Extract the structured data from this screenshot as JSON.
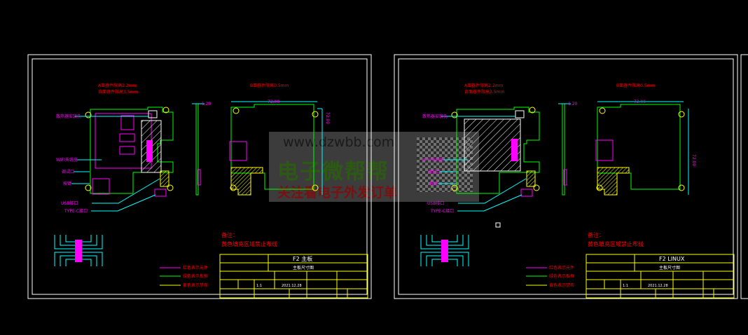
{
  "sheets": [
    {
      "top_note_a": "A面器件限高2.2mm",
      "top_note_b": "背面器件限高3.5mm",
      "back_note": "B面器件限高0.5mm",
      "thickness_dim": "1.20",
      "width_dim": "72.00",
      "height_dim": "72.00",
      "callouts": [
        "散热器安装孔",
        "WIFI天线座",
        "调试口",
        "按键",
        "USB接口",
        "TYPE-C接口"
      ],
      "notes_title": "备注：",
      "notes_text": "黄色填充区域禁止布线",
      "legend": [
        "红色表示元件",
        "绿色表示板框",
        "黄色表示禁布"
      ],
      "title_block": {
        "product": "F2 主板",
        "part_name": "主板尺寸图",
        "scale": "1:1",
        "date": "2021.12.28"
      }
    },
    {
      "top_note_a": "A面器件限高2.2mm",
      "top_note_b": "背面器件限高3.5mm",
      "back_note": "B面器件限高0.5mm",
      "thickness_dim": "1.20",
      "width_dim": "72.00",
      "height_dim": "72.00",
      "callouts": [
        "散热器安装孔",
        "WIFI天线座",
        "调试口",
        "按键",
        "USB接口",
        "TYPE-C接口"
      ],
      "notes_title": "备注：",
      "notes_text": "黄色填充区域禁止布线",
      "legend": [
        "红色表示元件",
        "绿色表示板框",
        "黄色表示禁布"
      ],
      "title_block": {
        "product": "F2 LINUX",
        "part_name": "主板尺寸图",
        "scale": "1:1",
        "date": "2021.12.28"
      }
    }
  ],
  "watermark": {
    "url": "www.dzwbb.com",
    "brand": "电子微帮帮",
    "slogan": "关注看电子外发订单"
  },
  "colors": {
    "outline": "#00ff00",
    "component": "#ff00ff",
    "keepout": "#ffff00",
    "dim": "#00ffff",
    "note": "#ff0000"
  }
}
